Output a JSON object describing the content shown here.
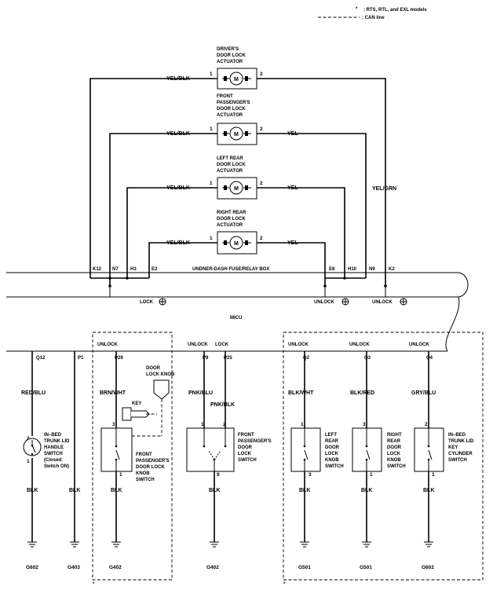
{
  "legend": {
    "star": "*",
    "models": ": RTS, RTL, and EXL models",
    "can_line": ": CAN line"
  },
  "actuators": [
    {
      "title": [
        "DRIVER'S",
        "DOOR LOCK",
        "ACTUATOR"
      ],
      "left_wire": "YEL/BLK",
      "right_wire": "",
      "pin_left": "1",
      "pin_right": "2"
    },
    {
      "title": [
        "FRONT",
        "PASSENGER'S",
        "DOOR LOCK",
        "ACTUATOR"
      ],
      "left_wire": "YEL/BLK",
      "right_wire": "YEL",
      "pin_left": "1",
      "pin_right": "2"
    },
    {
      "title": [
        "LEFT REAR",
        "DOOR LOCK",
        "ACTUATOR"
      ],
      "left_wire": "YEL/BLK",
      "right_wire": "YEL",
      "pin_left": "1",
      "pin_right": "2"
    },
    {
      "title": [
        "RIGHT REAR",
        "DOOR LOCK",
        "ACTUATOR"
      ],
      "left_wire": "YEL/BLK",
      "right_wire": "YEL",
      "pin_left": "1",
      "pin_right": "2"
    }
  ],
  "motor_symbol": "M",
  "fuse_box": {
    "label": "UNDNER-DASH FUSE/RELAY BOX",
    "terminals": [
      "K12",
      "N7",
      "H3",
      "E2",
      "E8",
      "H10",
      "N9",
      "K2"
    ],
    "k2_wire": "YEL/GRN",
    "lock": "LOCK",
    "unlock_1": "UNLOCK",
    "unlock_2": "UNLOCK"
  },
  "micu": {
    "label": "MICU",
    "top_labels": [
      "UNLOCK",
      "UNLOCK",
      "LOCK",
      "UNLOCK",
      "UNLOCK",
      "UNLOCK"
    ],
    "terminals": [
      "Q12",
      "P1",
      "P29",
      "P9",
      "P25",
      "Q2",
      "Q3",
      "Q4"
    ]
  },
  "circuits": {
    "trunk": {
      "wire": "RED/BLU",
      "pin_top": "2",
      "pin_bottom": "1",
      "label": [
        "IN–BED",
        "TRUNK LID",
        "HANDLE",
        "SWITCH",
        "(Closed:",
        "Switch ON)"
      ],
      "ground_wire": "BLK",
      "ground": "G602"
    },
    "p1": {
      "wire": "BLK",
      "ground": "G403"
    },
    "front_knob": {
      "wire": "BRN/WHT",
      "key": "KEY",
      "knob": [
        "DOOR",
        "LOCK KNOB"
      ],
      "pin_top": "3",
      "pin_bottom": "1",
      "label": [
        "FRONT",
        "PASSENGER'S",
        "DOOR LOCK",
        "KNOB",
        "SWITCH"
      ],
      "ground_wire": "BLK",
      "ground": "G402",
      "star": "*"
    },
    "front_door_switch": {
      "wire_left": "PNK/BLU",
      "wire_right": "PNK/BLK",
      "pin_left": "1",
      "pin_right": "2",
      "pin_bottom": "9",
      "label": [
        "FRONT",
        "PASSENGER'S",
        "DOOR",
        "LOCK",
        "SWITCH"
      ],
      "ground_wire": "BLK",
      "ground": "G402"
    },
    "left_rear": {
      "wire": "BLK/WHT",
      "pin_top": "1",
      "pin_bottom": "3",
      "label": [
        "LEFT",
        "REAR",
        "DOOR",
        "LOCK",
        "KNOB",
        "SWITCH"
      ],
      "ground_wire": "BLK",
      "ground": "G501",
      "star": "*"
    },
    "right_rear": {
      "wire": "BLK/RED",
      "pin_top": "3",
      "pin_bottom": "1",
      "label": [
        "RIGHT",
        "REAR",
        "DOOR",
        "LOCK",
        "KNOB",
        "SWITCH"
      ],
      "ground_wire": "BLK",
      "ground": "G501"
    },
    "trunk_cyl": {
      "wire": "GRY/BLU",
      "pin_top": "2",
      "pin_bottom": "1",
      "label": [
        "IN–BED",
        "TRUNK LID",
        "KEY",
        "CYLINDER",
        "SWITCH"
      ],
      "ground_wire": "BLK",
      "ground": "G602"
    }
  }
}
